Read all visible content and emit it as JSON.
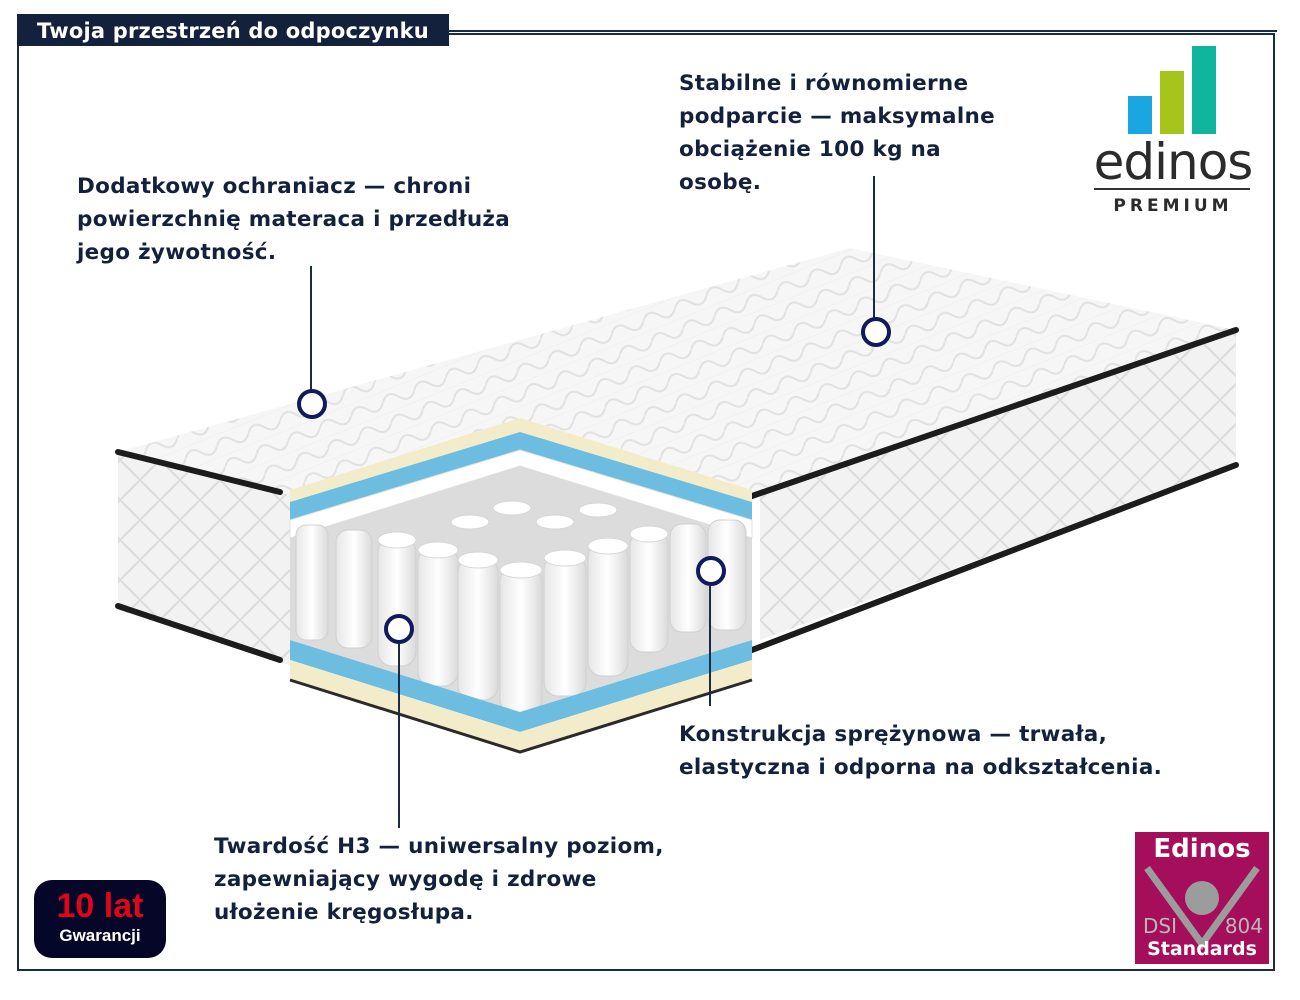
{
  "header": {
    "title": "Twoja przestrzeń do odpoczynku",
    "bar_color": "#13213d"
  },
  "callouts": [
    {
      "id": "protector",
      "text": "Dodatkowy ochraniacz — chroni\npowierzchnię materaca i przedłuża\njego żywotność."
    },
    {
      "id": "support",
      "text": "Stabilne i równomierne\npodparcie — maksymalne\nobciążenie 100 kg na\nosobę."
    },
    {
      "id": "springs",
      "text": "Konstrukcja sprężynowa — trwała,\nelastyczna i odporna na odkształcenia."
    },
    {
      "id": "firmness",
      "text": "Twardość H3 — uniwersalny poziom,\nzapewniający wygodę i zdrowe\nułożenie kręgosłupa."
    }
  ],
  "brand_logo": {
    "wordmark": "edinos",
    "subtitle": "PREMIUM",
    "bar_colors": [
      "#1aa6e0",
      "#a6c41c",
      "#0fb59c"
    ]
  },
  "warranty_badge": {
    "years": "10 lat",
    "label": "Gwarancji",
    "number_color": "#e0061a",
    "background": "#050628"
  },
  "standards_badge": {
    "top": "Edinos",
    "left_code": "DSI",
    "right_code": "804",
    "bottom": "Standards",
    "background": "#a50e5a"
  },
  "product_image": {
    "subject": "pocket-spring mattress cutaway",
    "layer_colors": {
      "cream_foam": "#f3eccb",
      "blue_foam": "#6dbde0",
      "cover": "#f4f4f4",
      "piping": "#1c1c1c"
    }
  }
}
